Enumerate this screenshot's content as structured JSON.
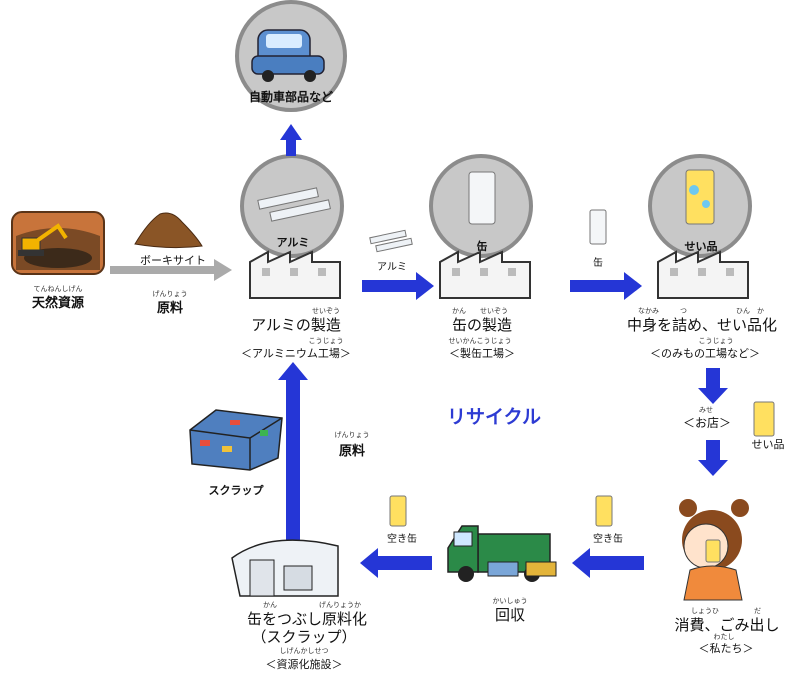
{
  "colors": {
    "arrow_blue": "#2536d6",
    "arrow_gray": "#aaaaaa",
    "circle_fill": "#c8c8c8",
    "circle_stroke": "#8c8c8c"
  },
  "nodes": {
    "natural_resource": {
      "ruby": "てんねんしげん",
      "label": "天然資源"
    },
    "raw_material": {
      "ruby": "げんりょう",
      "label": "原料"
    },
    "aluminum_mfg": {
      "ruby": "せいぞう",
      "label": "アルミの製造",
      "ruby2": "こうじょう",
      "place": "＜アルミニウム工場＞"
    },
    "can_mfg": {
      "ruby": "かん　　せいぞう",
      "label": "缶の製造",
      "ruby2": "せいかんこうじょう",
      "place": "＜製缶工場＞"
    },
    "filling": {
      "ruby": "なかみ　　　つ　　　　　　　ひん　か",
      "label": "中身を詰め、せい品化",
      "ruby2": "こうじょう",
      "place": "＜のみもの工場など＞"
    },
    "store": {
      "ruby": "みせ",
      "label": "＜お店＞"
    },
    "consume": {
      "ruby": "しょうひ　　　　　だ",
      "label": "消費、ごみ出し",
      "ruby2": "わたし",
      "place": "＜私たち＞"
    },
    "collect": {
      "ruby": "かいしゅう",
      "label": "回収"
    },
    "recycle_facility": {
      "ruby": "かん　　　　　　げんりょうか",
      "label1": "缶をつぶし原料化",
      "label2": "（スクラップ）",
      "ruby2": "しげんかしせつ",
      "place": "＜資源化施設＞"
    },
    "raw_material2": {
      "ruby": "げんりょう",
      "label": "原料"
    },
    "scrap": {
      "label": "スクラップ"
    }
  },
  "arrow_labels": {
    "bauxite": "ボーキサイト",
    "aluminum": "アルミ",
    "can": "缶",
    "product": "せい品",
    "empty_can1": "空き缶",
    "empty_can2": "空き缶"
  },
  "circle_labels": {
    "car": "自動車部品など",
    "aluminum": "アルミ",
    "can": "缶",
    "product": "せい品"
  },
  "recycle": "リサイクル"
}
